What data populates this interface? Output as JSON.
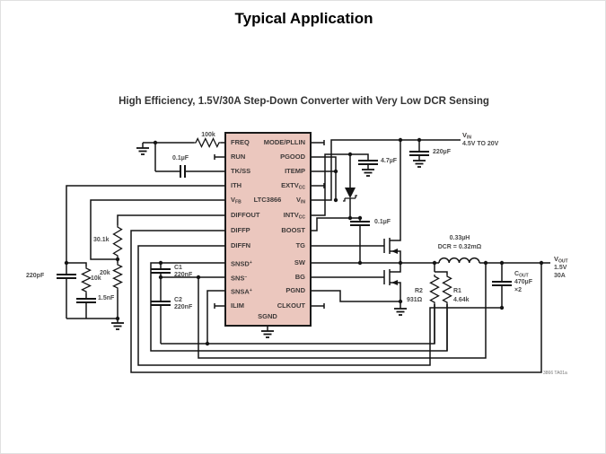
{
  "title": "Typical Application",
  "subtitle": "High Efficiency, 1.5V/30A Step-Down Converter with Very Low DCR Sensing",
  "ic": {
    "name": "LTC3866",
    "sgnd": "SGND"
  },
  "pins": {
    "left": [
      {
        "t": "FREQ"
      },
      {
        "t": "RUN"
      },
      {
        "t": "TK/SS"
      },
      {
        "t": "ITH"
      },
      {
        "t": "V",
        "sub": "FB"
      },
      {
        "t": "DIFFOUT"
      },
      {
        "t": "DIFFP"
      },
      {
        "t": "DIFFN"
      },
      {
        "t": "SNSD",
        "sup": "+"
      },
      {
        "t": "SNS",
        "sup": "−"
      },
      {
        "t": "SNSA",
        "sup": "+"
      },
      {
        "t": "ILIM"
      }
    ],
    "right": [
      {
        "t": "MODE/PLLIN"
      },
      {
        "t": "PGOOD"
      },
      {
        "t": "ITEMP"
      },
      {
        "t": "EXTV",
        "sub": "CC"
      },
      {
        "t": "V",
        "sub": "IN"
      },
      {
        "t": "INTV",
        "sub": "CC"
      },
      {
        "t": "BOOST"
      },
      {
        "t": "TG"
      },
      {
        "t": "SW"
      },
      {
        "t": "BG"
      },
      {
        "t": "PGND"
      },
      {
        "t": "CLKOUT"
      }
    ]
  },
  "labels": {
    "r_freq": "100k",
    "c_ss": "0.1µF",
    "r_fb_top": "30.1k",
    "r_fb_bot": "20k",
    "c_comp1": "220pF",
    "r_comp": "10k",
    "c_comp2": "1.5nF",
    "c1_name": "C1",
    "c1_val": "220nF",
    "c2_name": "C2",
    "c2_val": "220nF",
    "cin": "220µF",
    "cvcc": "4.7µF",
    "cboost": "0.1µF",
    "ind_val": "0.33µH",
    "ind_dcr": "DCR = 0.32mΩ",
    "r2_name": "R2",
    "r2_val": "931Ω",
    "r1_name": "R1",
    "r1_val": "4.64k",
    "fig": "3866 TA01a"
  },
  "vin": {
    "t": "V",
    "sub": "IN",
    "range": "4.5V TO 20V"
  },
  "vout": {
    "t": "V",
    "sub": "OUT",
    "line1": "1.5V",
    "line2": "30A"
  },
  "cout": {
    "t": "C",
    "sub": "OUT",
    "val": "470µF",
    "mult": "×2"
  }
}
